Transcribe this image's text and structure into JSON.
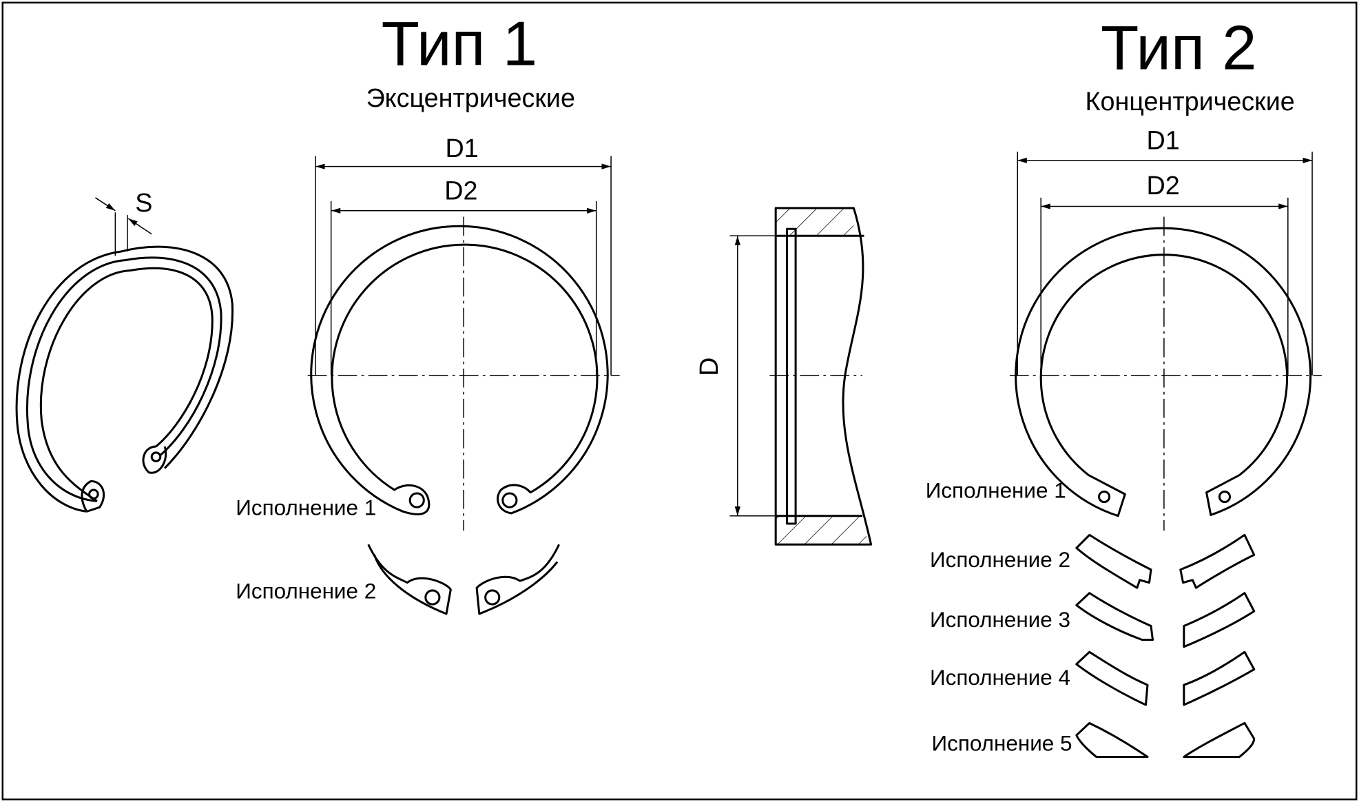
{
  "type1": {
    "title": "Тип 1",
    "subtitle": "Эксцентрические",
    "dim_d1": "D1",
    "dim_d2": "D2",
    "variants": [
      "Исполнение 1",
      "Исполнение 2"
    ]
  },
  "type2": {
    "title": "Тип 2",
    "subtitle": "Концентрические",
    "dim_d1": "D1",
    "dim_d2": "D2",
    "variants": [
      "Исполнение 1",
      "Исполнение 2",
      "Исполнение 3",
      "Исполнение 4",
      "Исполнение 5"
    ]
  },
  "perspective": {
    "thickness_label": "S"
  },
  "section": {
    "bore_label": "D"
  }
}
